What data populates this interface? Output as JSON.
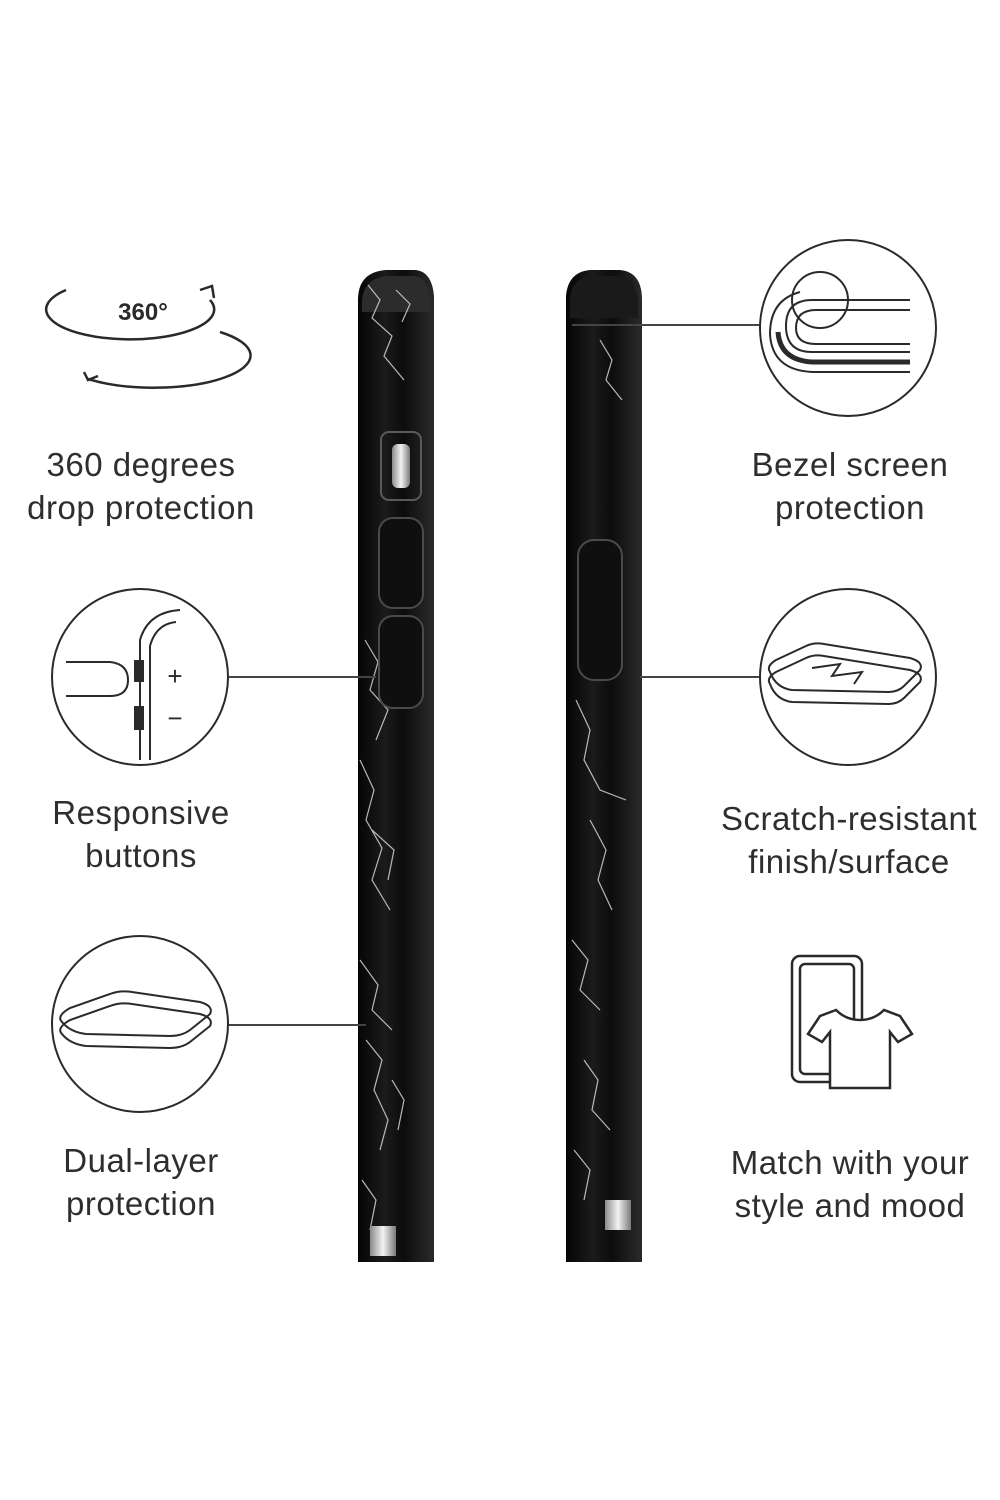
{
  "features": {
    "drop": {
      "line1": "360 degrees",
      "line2": "drop protection",
      "badge": "360°",
      "icon": "rotate-360-icon"
    },
    "buttons": {
      "line1": "Responsive",
      "line2": "buttons",
      "plus": "+",
      "minus": "−",
      "icon": "responsive-buttons-icon"
    },
    "dual_layer": {
      "line1": "Dual-layer",
      "line2": "protection",
      "icon": "dual-layer-icon"
    },
    "bezel": {
      "line1": "Bezel screen",
      "line2": "protection",
      "icon": "bezel-icon"
    },
    "scratch": {
      "line1": "Scratch-resistant",
      "line2": "finish/surface",
      "icon": "scratch-surface-icon"
    },
    "style": {
      "line1": "Match with your",
      "line2": "style and mood",
      "icon": "phone-shirt-icon"
    }
  },
  "colors": {
    "case_black": "#111111",
    "marble_vein": "#d9d9d9",
    "icon_stroke": "#2a2a2a",
    "leader_line": "#444444",
    "chrome": "#c9c9c9"
  }
}
